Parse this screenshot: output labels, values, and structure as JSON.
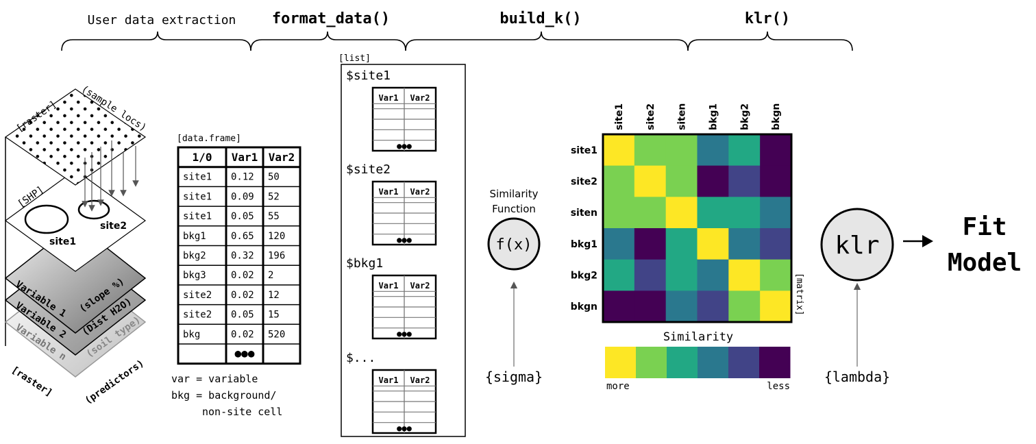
{
  "stages": {
    "user_extraction": "User data extraction",
    "format_data": "format_data()",
    "build_k": "build_k()",
    "klr": "klr()"
  },
  "layers": {
    "raster_top": "[raster]",
    "sample_locs": "(sample locs)",
    "shp": "[SHP]",
    "site1": "site1",
    "site2": "site2",
    "var1": "Variable 1",
    "var1_desc": "(slope %)",
    "var2": "Variable 2",
    "var2_desc": "(Dist H2O)",
    "varn": "Variable n",
    "varn_desc": "(soil type)",
    "raster_bottom": "[raster]",
    "predictors": "(predictors)"
  },
  "data_frame": {
    "label": "[data.frame]",
    "headers": [
      "1/0",
      "Var1",
      "Var2"
    ],
    "rows": [
      [
        "site1",
        "0.12",
        "50"
      ],
      [
        "site1",
        "0.09",
        "52"
      ],
      [
        "site1",
        "0.05",
        "55"
      ],
      [
        "bkg1",
        "0.65",
        "120"
      ],
      [
        "bkg2",
        "0.32",
        "196"
      ],
      [
        "bkg3",
        "0.02",
        "2"
      ],
      [
        "site2",
        "0.02",
        "12"
      ],
      [
        "site2",
        "0.05",
        "15"
      ],
      [
        "bkg",
        "0.02",
        "520"
      ]
    ],
    "ellipsis": "●●●"
  },
  "legend": {
    "var_line": "var = variable",
    "bkg_line1": "bkg = background/",
    "bkg_line2": "non-site cell"
  },
  "list": {
    "label": "[list]",
    "items": [
      "$site1",
      "$site2",
      "$bkg1",
      "$..."
    ],
    "col1": "Var1",
    "col2": "Var2",
    "ellipsis": "●●●"
  },
  "similarity": {
    "title1": "Similarity",
    "title2": "Function",
    "func": "f(x)",
    "param": "{sigma}"
  },
  "matrix": {
    "label": "[matrix]",
    "col_labels": [
      "site1",
      "site2",
      "siten",
      "bkg1",
      "bkg2",
      "bkgn"
    ],
    "row_labels": [
      "site1",
      "site2",
      "siten",
      "bkg1",
      "bkg2",
      "bkgn"
    ],
    "values": [
      [
        1,
        0.8,
        0.8,
        0.4,
        0.6,
        0
      ],
      [
        0.8,
        1,
        0.8,
        0,
        0.2,
        0
      ],
      [
        0.8,
        0.8,
        1,
        0.6,
        0.6,
        0.4
      ],
      [
        0.4,
        0,
        0.6,
        1,
        0.4,
        0.2
      ],
      [
        0.6,
        0.2,
        0.6,
        0.4,
        1,
        0.8
      ],
      [
        0,
        0,
        0.4,
        0.2,
        0.8,
        1
      ]
    ],
    "colors": {
      "1": "#fde725",
      "0.8": "#7ad151",
      "0.6": "#22a884",
      "0.4": "#2a788e",
      "0.2": "#414487",
      "0": "#440154"
    },
    "colorbar_title": "Similarity",
    "colorbar_left": "more",
    "colorbar_right": "less"
  },
  "klr": {
    "node": "klr",
    "param": "{lambda}",
    "result_line1": "Fit",
    "result_line2": "Model"
  }
}
